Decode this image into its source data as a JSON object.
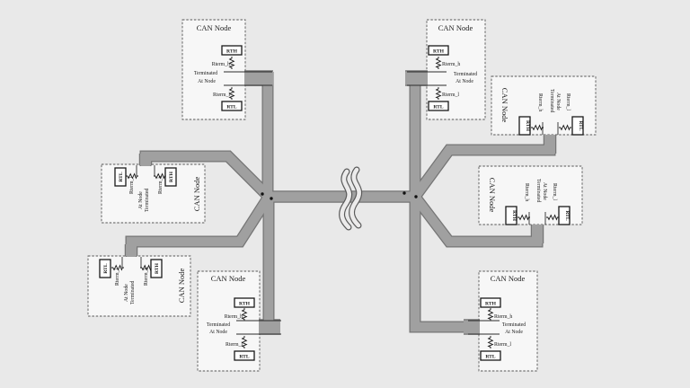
{
  "figure": {
    "description": "CAN bus network topology diagram with eight terminated CAN nodes connected by a twisted-pair bus with a length-break symbol at the center"
  },
  "colors": {
    "background": "#e9e9e9",
    "node_fill": "#f7f7f7",
    "pipe_fill": "#a0a0a0",
    "pipe_outline": "#757575",
    "ink": "#1a1a1a"
  },
  "icons": {
    "resistor": "resistor-zigzag-icon",
    "bus_break": "cable-break-icon",
    "junction": "junction-dot-icon"
  },
  "nodes": [
    {
      "position": "top-left",
      "title": "CAN Node",
      "rth": "RTH",
      "rtl": "RTL",
      "rterm_h": "Rterm_h",
      "rterm_l": "Rterm_l",
      "term1": "Terminated",
      "term2": "At Node"
    },
    {
      "position": "left-upper",
      "title": "CAN Node",
      "rth": "RTH",
      "rtl": "RTL",
      "rterm_h": "Rterm_h",
      "rterm_l": "Rterm_l",
      "term1": "Terminated",
      "term2": "At Node"
    },
    {
      "position": "left-lower",
      "title": "CAN Node",
      "rth": "RTH",
      "rtl": "RTL",
      "rterm_h": "Rterm_h",
      "rterm_l": "Rterm_l",
      "term1": "Terminated",
      "term2": "At Node"
    },
    {
      "position": "bottom-left",
      "title": "CAN Node",
      "rth": "RTH",
      "rtl": "RTL",
      "rterm_h": "Rterm_h",
      "rterm_l": "Rterm_l",
      "term1": "Terminated",
      "term2": "At Node"
    },
    {
      "position": "top-right",
      "title": "CAN Node",
      "rth": "RTH",
      "rtl": "RTL",
      "rterm_h": "Rterm_h",
      "rterm_l": "Rterm_l",
      "term1": "Terminated",
      "term2": "At Node"
    },
    {
      "position": "right-upper",
      "title": "CAN Node",
      "rth": "RTH",
      "rtl": "RTL",
      "rterm_h": "Rterm_h",
      "rterm_l": "Rterm_l",
      "term1": "Terminated",
      "term2": "At Node"
    },
    {
      "position": "right-lower",
      "title": "CAN Node",
      "rth": "RTH",
      "rtl": "RTL",
      "rterm_h": "Rterm_h",
      "rterm_l": "Rterm_l",
      "term1": "Terminated",
      "term2": "At Node"
    },
    {
      "position": "bottom-right",
      "title": "CAN Node",
      "rth": "RTH",
      "rtl": "RTL",
      "rterm_h": "Rterm_h",
      "rterm_l": "Rterm_l",
      "term1": "Terminated",
      "term2": "At Node"
    }
  ]
}
